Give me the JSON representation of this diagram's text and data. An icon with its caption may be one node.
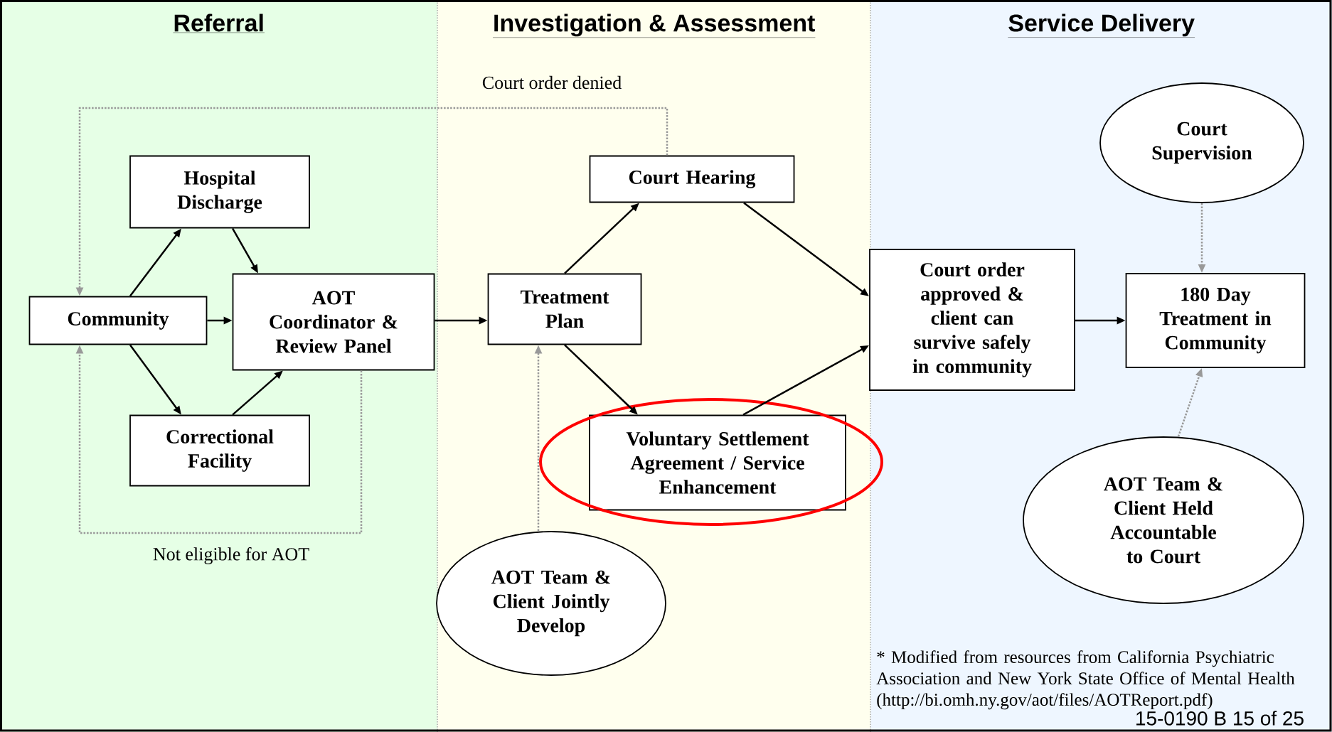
{
  "diagram": {
    "nodes": [
      {
        "text": [
          "Referral"
        ]
      },
      {
        "text": [
          "Investigation & Assessment"
        ]
      },
      {
        "text": [
          "Service Delivery"
        ]
      },
      {
        "text": [
          "Hospital Discharge"
        ],
        "in": 0
      },
      {
        "text": [
          "Community"
        ],
        "in": 0
      },
      {
        "text": [
          "AOT Coordinator & Review Panel"
        ],
        "in": 0
      },
      {
        "text": [
          "Correctional Facility"
        ],
        "in": 0
      },
      {
        "text": [
          "Treatment Plan"
        ],
        "in": 1
      },
      {
        "text": [
          "Court Hearing"
        ],
        "in": 1
      },
      {
        "text": [
          "Voluntary Settlement Agreement / Service Enhancement"
        ],
        "in": 1
      },
      {
        "text": [
          "AOT Team & Client Jointly Develop"
        ],
        "in": 1
      },
      {
        "text": [
          "Court order approved & client can survive safely in community"
        ],
        "in": 2
      },
      {
        "text": [
          "Court Supervision"
        ],
        "in": 2
      },
      {
        "text": [
          "180 Day Treatment in Community"
        ],
        "in": 2
      },
      {
        "text": [
          "AOT Team & Client Held Accountable to Court"
        ],
        "in": 2
      }
    ],
    "edges": [
      {
        "from": 4,
        "to": 3,
        "arrow": "to"
      },
      {
        "from": 4,
        "to": 5,
        "arrow": "to"
      },
      {
        "from": 4,
        "to": 6,
        "arrow": "to"
      },
      {
        "from": 3,
        "to": 5,
        "arrow": "to"
      },
      {
        "from": 6,
        "to": 5,
        "arrow": "to"
      },
      {
        "from": 5,
        "to": 7,
        "arrow": "to"
      },
      {
        "from": 7,
        "to": 8,
        "arrow": "to"
      },
      {
        "from": 7,
        "to": 9,
        "arrow": "to"
      },
      {
        "from": 8,
        "to": 11,
        "arrow": "to"
      },
      {
        "from": 9,
        "to": 11,
        "arrow": "to"
      },
      {
        "from": 11,
        "to": 13,
        "arrow": "to"
      },
      {
        "from": 8,
        "to": 4,
        "arrow": "to",
        "label": "Court order denied",
        "style": "dashed",
        "color": "#999999"
      },
      {
        "from": 5,
        "to": 4,
        "arrow": "to",
        "label": "Not eligible for AOT",
        "style": "dashed",
        "color": "#999999"
      },
      {
        "from": 10,
        "to": 7,
        "arrow": "to",
        "style": "dashed",
        "color": "#999999"
      },
      {
        "from": 12,
        "to": 13,
        "arrow": "to",
        "style": "dashed",
        "color": "#999999"
      },
      {
        "from": 14,
        "to": 13,
        "arrow": "to",
        "style": "dashed",
        "color": "#999999"
      }
    ],
    "labels": [
      "* Modified from resources from California Psychiatric Association and New York State Office of Mental Health (http://bi.omh.ny.gov/aot/files/AOTReport.pdf)",
      "15-0190 B 15 of 25"
    ]
  }
}
